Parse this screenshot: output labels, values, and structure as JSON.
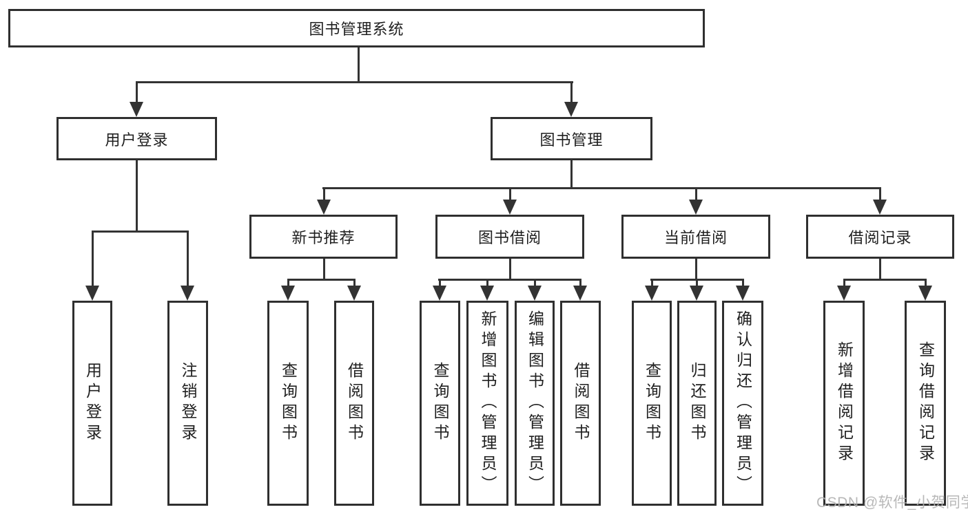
{
  "tree": {
    "root": "图书管理系统",
    "user_login": {
      "label": "用户登录",
      "children": [
        "用户登录",
        "注销登录"
      ]
    },
    "book_mgmt": {
      "label": "图书管理",
      "sections": [
        {
          "label": "新书推荐",
          "children": [
            "查询图书",
            "借阅图书"
          ]
        },
        {
          "label": "图书借阅",
          "children": [
            "查询图书",
            "新增图书（管理员）",
            "编辑图书（管理员）",
            "借阅图书"
          ]
        },
        {
          "label": "当前借阅",
          "children": [
            "查询图书",
            "归还图书",
            "确认归还（管理员）"
          ]
        },
        {
          "label": "借阅记录",
          "children": [
            "新增借阅记录",
            "查询借阅记录"
          ]
        }
      ]
    }
  },
  "watermark": "CSDN @软件_小贺同学",
  "colors": {
    "line": "#333333",
    "box_border": "#2f2f2f",
    "text": "#1f1f1f",
    "watermark": "#b0b0b0",
    "background": "#ffffff"
  }
}
